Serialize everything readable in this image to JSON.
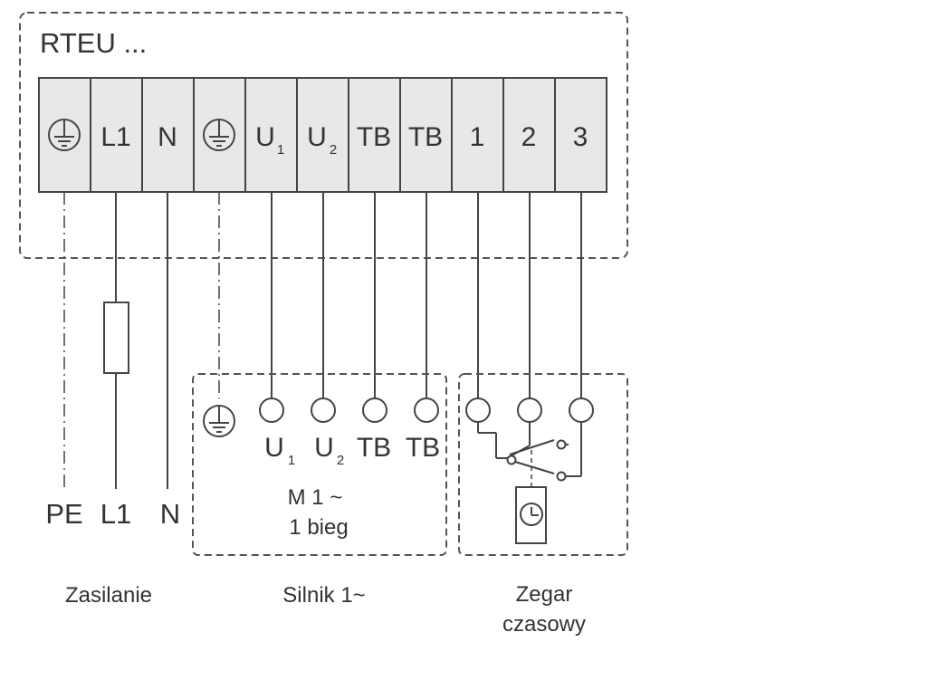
{
  "controller": {
    "title": "RTEU ...",
    "terminals": [
      {
        "label": "",
        "sub": "",
        "icon": "ground-icon"
      },
      {
        "label": "L1",
        "sub": ""
      },
      {
        "label": "N",
        "sub": ""
      },
      {
        "label": "",
        "sub": "",
        "icon": "ground-icon"
      },
      {
        "label": "U",
        "sub": "1"
      },
      {
        "label": "U",
        "sub": "2"
      },
      {
        "label": "TB",
        "sub": ""
      },
      {
        "label": "TB",
        "sub": ""
      },
      {
        "label": "1",
        "sub": ""
      },
      {
        "label": "2",
        "sub": ""
      },
      {
        "label": "3",
        "sub": ""
      }
    ]
  },
  "supply": {
    "labels": [
      "PE",
      "L1",
      "N"
    ],
    "caption": "Zasilanie"
  },
  "motor": {
    "terminals": [
      {
        "label": "U",
        "sub": "1"
      },
      {
        "label": "U",
        "sub": "2"
      },
      {
        "label": "TB",
        "sub": ""
      },
      {
        "label": "TB",
        "sub": ""
      }
    ],
    "line1": "M 1 ~",
    "line2": "1 bieg",
    "caption": "Silnik 1~"
  },
  "timer": {
    "caption_line1": "Zegar",
    "caption_line2": "czasowy"
  },
  "colors": {
    "stroke": "#444444",
    "terminal_fill": "#e8e8e8",
    "text": "#333333"
  }
}
